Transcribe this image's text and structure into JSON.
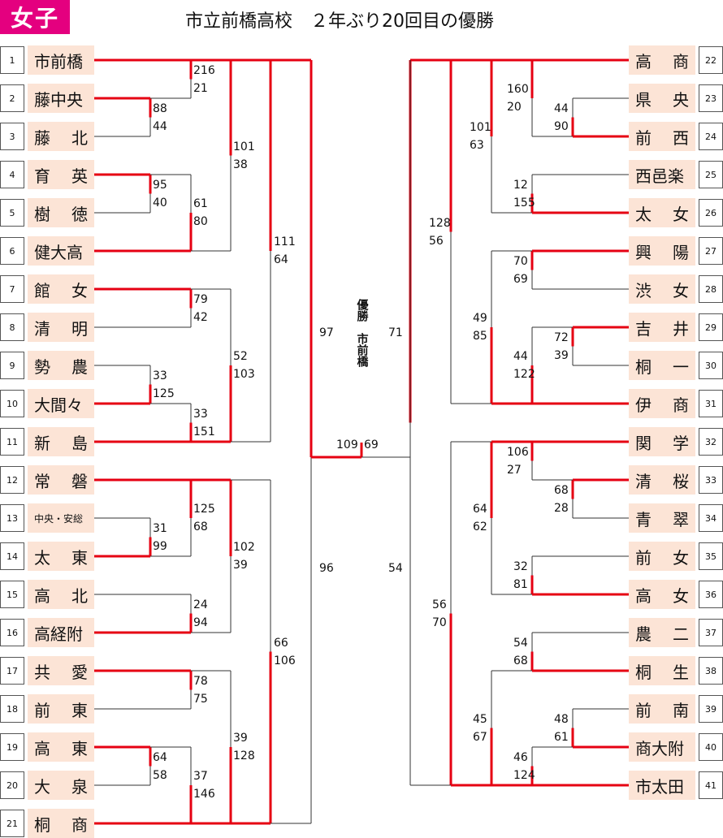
{
  "badge": "女子",
  "title": "市立前橋高校　２年ぶり20回目の優勝",
  "champion": {
    "label": "優勝",
    "school": "市前橋"
  },
  "left_teams": [
    {
      "no": "1",
      "name": "市前橋"
    },
    {
      "no": "2",
      "name": "藤中央"
    },
    {
      "no": "3",
      "name": "藤 北"
    },
    {
      "no": "4",
      "name": "育 英"
    },
    {
      "no": "5",
      "name": "樹 徳"
    },
    {
      "no": "6",
      "name": "健大高"
    },
    {
      "no": "7",
      "name": "館 女"
    },
    {
      "no": "8",
      "name": "清 明"
    },
    {
      "no": "9",
      "name": "勢 農"
    },
    {
      "no": "10",
      "name": "大間々"
    },
    {
      "no": "11",
      "name": "新 島"
    },
    {
      "no": "12",
      "name": "常 磐"
    },
    {
      "no": "13",
      "name": "中央・安総"
    },
    {
      "no": "14",
      "name": "太 東"
    },
    {
      "no": "15",
      "name": "高 北"
    },
    {
      "no": "16",
      "name": "高経附"
    },
    {
      "no": "17",
      "name": "共 愛"
    },
    {
      "no": "18",
      "name": "前 東"
    },
    {
      "no": "19",
      "name": "高 東"
    },
    {
      "no": "20",
      "name": "大 泉"
    },
    {
      "no": "21",
      "name": "桐 商"
    }
  ],
  "right_teams": [
    {
      "no": "22",
      "name": "高 商"
    },
    {
      "no": "23",
      "name": "県 央"
    },
    {
      "no": "24",
      "name": "前 西"
    },
    {
      "no": "25",
      "name": "西邑楽"
    },
    {
      "no": "26",
      "name": "太 女"
    },
    {
      "no": "27",
      "name": "興 陽"
    },
    {
      "no": "28",
      "name": "渋 女"
    },
    {
      "no": "29",
      "name": "吉 井"
    },
    {
      "no": "30",
      "name": "桐 一"
    },
    {
      "no": "31",
      "name": "伊 商"
    },
    {
      "no": "32",
      "name": "関 学"
    },
    {
      "no": "33",
      "name": "清 桜"
    },
    {
      "no": "34",
      "name": "青 翠"
    },
    {
      "no": "35",
      "name": "前 女"
    },
    {
      "no": "36",
      "name": "高 女"
    },
    {
      "no": "37",
      "name": "農 二"
    },
    {
      "no": "38",
      "name": "桐 生"
    },
    {
      "no": "39",
      "name": "前 南"
    },
    {
      "no": "40",
      "name": "商大附"
    },
    {
      "no": "41",
      "name": "市太田"
    }
  ],
  "scores": {
    "l_r1_2_3": [
      "88",
      "44"
    ],
    "l_r1_4_5": [
      "95",
      "40"
    ],
    "l_r1_9_10": [
      "33",
      "125"
    ],
    "l_r1_13_14": [
      "31",
      "99"
    ],
    "l_r1_19_20": [
      "64",
      "58"
    ],
    "l_r2_1": [
      "216",
      "21"
    ],
    "l_r2_6": [
      "61",
      "80"
    ],
    "l_r2_7_8": [
      "79",
      "42"
    ],
    "l_r2_11": [
      "33",
      "151"
    ],
    "l_r2_12": [
      "125",
      "68"
    ],
    "l_r2_15_16": [
      "24",
      "94"
    ],
    "l_r2_17_18": [
      "78",
      "75"
    ],
    "l_r2_21": [
      "37",
      "146"
    ],
    "l_r3_top": [
      "101",
      "38"
    ],
    "l_r3_mid": [
      "52",
      "103"
    ],
    "l_r3_low": [
      "102",
      "39"
    ],
    "l_r3_bot": [
      "39",
      "128"
    ],
    "l_qf_top": [
      "111",
      "64"
    ],
    "l_qf_bot": [
      "66",
      "106"
    ],
    "l_sf": [
      "97",
      "96"
    ],
    "final": [
      "109",
      "69"
    ],
    "r_sf": [
      "71",
      "54"
    ],
    "r_qf_top": [
      "128",
      "56"
    ],
    "r_qf_bot": [
      "56",
      "70"
    ],
    "r_r3_a": [
      "101",
      "63"
    ],
    "r_r3_b": [
      "49",
      "85"
    ],
    "r_r3_c": [
      "64",
      "62"
    ],
    "r_r3_d": [
      "45",
      "67"
    ],
    "r_r2_22": [
      "160",
      "20"
    ],
    "r_r2_25_26": [
      "12",
      "155"
    ],
    "r_r2_27_28": [
      "70",
      "69"
    ],
    "r_r2_31": [
      "44",
      "122"
    ],
    "r_r2_32": [
      "106",
      "27"
    ],
    "r_r2_35_36": [
      "32",
      "81"
    ],
    "r_r2_37_38": [
      "54",
      "68"
    ],
    "r_r2_41": [
      "46",
      "124"
    ],
    "r_r1_23_24": [
      "44",
      "90"
    ],
    "r_r1_29_30": [
      "72",
      "39"
    ],
    "r_r1_33_34": [
      "68",
      "28"
    ],
    "r_r1_39_40": [
      "48",
      "61"
    ]
  },
  "colors": {
    "badge": "#e4007f",
    "win_line": "#e60012",
    "lose_line": "#333333",
    "name_bg": "#fce4d6"
  }
}
